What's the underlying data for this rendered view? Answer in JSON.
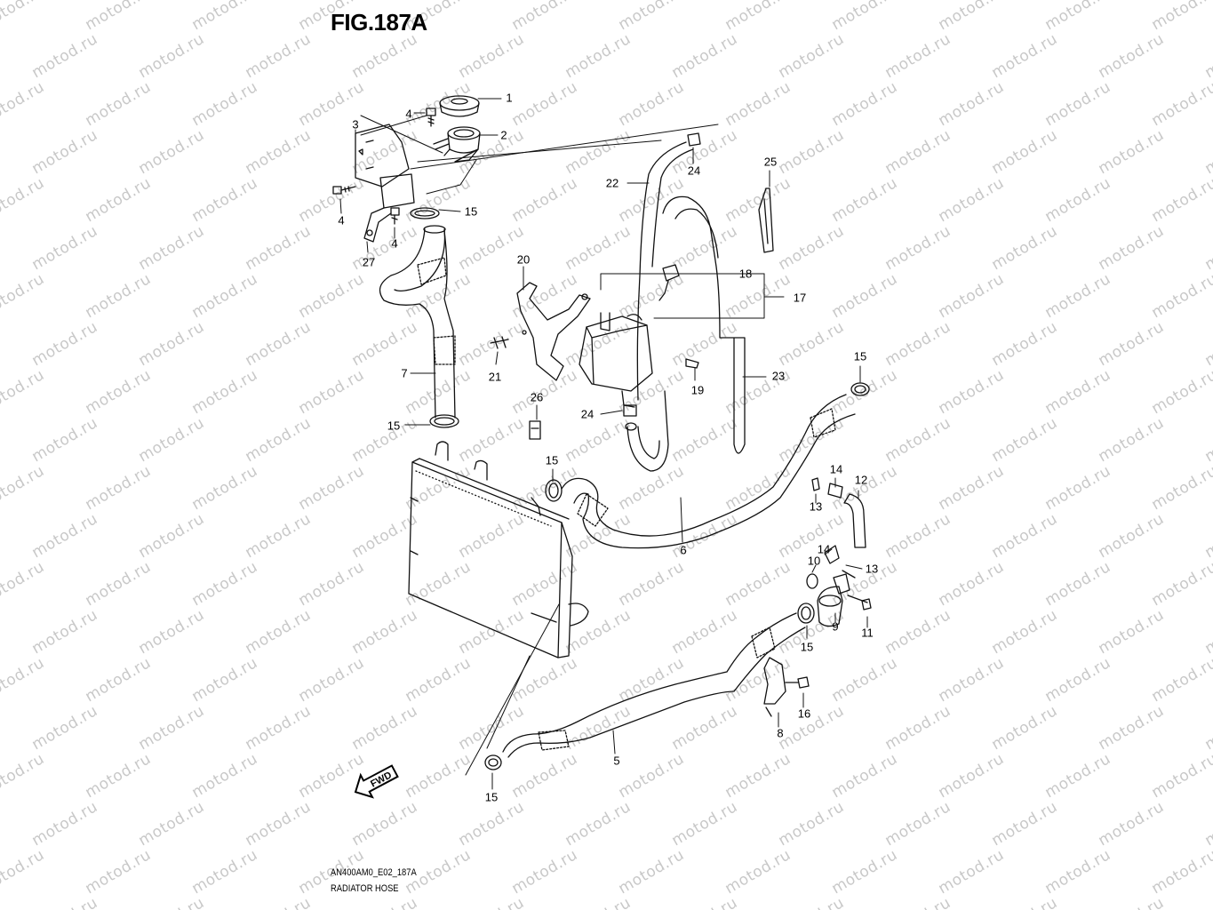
{
  "figure": {
    "title": "FIG.187A",
    "drawing_code": "AN400AM0_E02_187A",
    "caption": "RADIATOR HOSE"
  },
  "watermark": "motod.ru",
  "fwd_marker": "FWD",
  "callouts": {
    "c1": "1",
    "c2": "2",
    "c3": "3",
    "c4a": "4",
    "c4b": "4",
    "c4c": "4",
    "c5": "5",
    "c6": "6",
    "c7": "7",
    "c8": "8",
    "c9": "9",
    "c10": "10",
    "c11": "11",
    "c12": "12",
    "c13a": "13",
    "c13b": "13",
    "c14a": "14",
    "c14b": "14",
    "c15a": "15",
    "c15b": "15",
    "c15c": "15",
    "c15d": "15",
    "c15e": "15",
    "c15f": "15",
    "c16": "16",
    "c17": "17",
    "c18": "18",
    "c19": "19",
    "c20": "20",
    "c21": "21",
    "c22": "22",
    "c23": "23",
    "c24a": "24",
    "c24b": "24",
    "c25": "25",
    "c26": "26",
    "c27": "27"
  }
}
